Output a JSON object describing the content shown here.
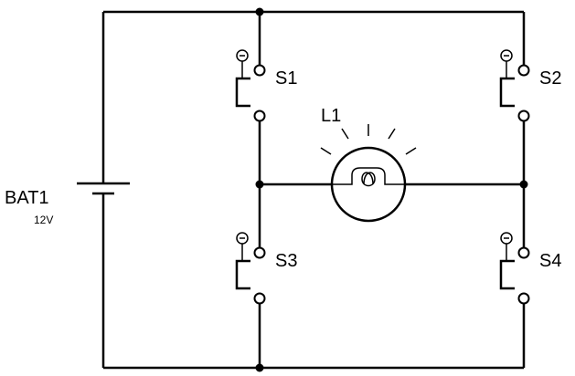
{
  "battery": {
    "name": "BAT1",
    "value": "12V"
  },
  "lamp": {
    "name": "L1"
  },
  "switches": [
    {
      "id": "s1",
      "label": "S1"
    },
    {
      "id": "s2",
      "label": "S2"
    },
    {
      "id": "s3",
      "label": "S3"
    },
    {
      "id": "s4",
      "label": "S4"
    }
  ]
}
